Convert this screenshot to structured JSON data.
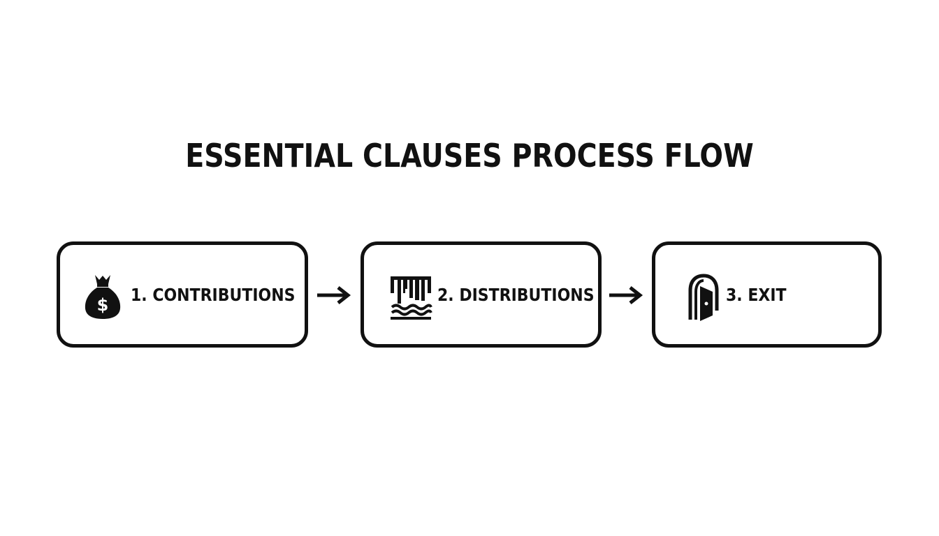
{
  "diagram": {
    "title": "ESSENTIAL CLAUSES PROCESS FLOW",
    "steps": [
      {
        "label": "1. CONTRIBUTIONS",
        "icon": "money-bag-icon"
      },
      {
        "label": "2. DISTRIBUTIONS",
        "icon": "waterfall-icon"
      },
      {
        "label": "3. EXIT",
        "icon": "door-exit-icon"
      }
    ],
    "connector_icon": "right-arrow-icon",
    "colors": {
      "ink": "#111111",
      "background": "#ffffff"
    }
  }
}
